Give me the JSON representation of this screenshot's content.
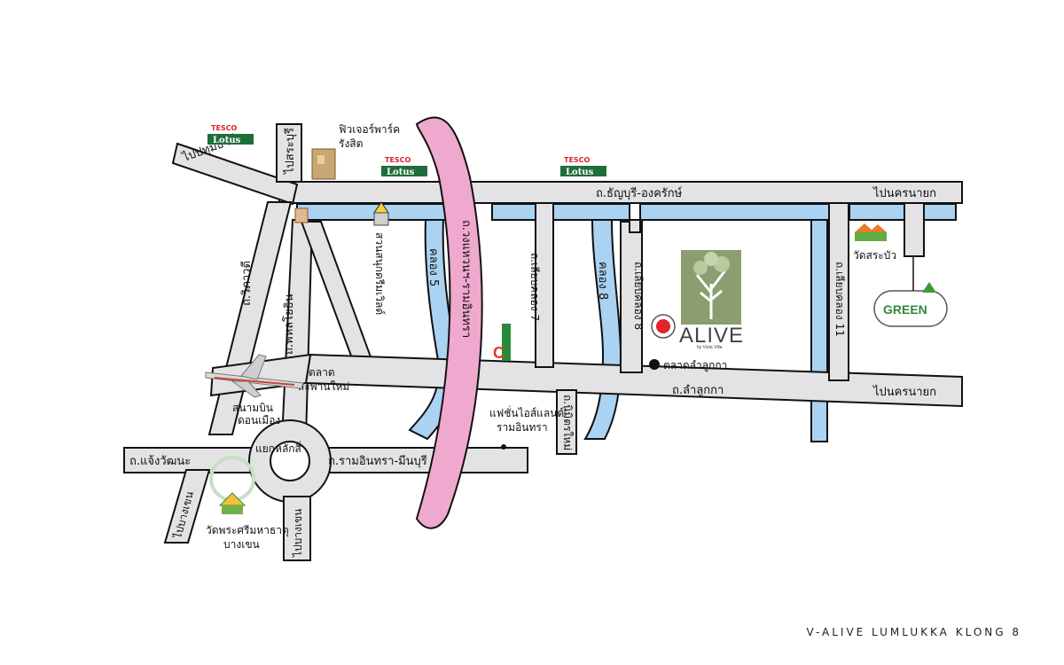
{
  "caption": "V-ALIVE LUMLUKKA KLONG 8",
  "roads": {
    "thanyaburi_ongkharak": "ถ.ธัญบุรี-องครักษ์",
    "lam_luk_ka": "ถ.ลำลูกกา",
    "kanchanaphisek": "ถ.วงแหวนฯ-รามอินทรา",
    "liap_khlong_7": "ถ.เลียบคลอง 7",
    "liap_khlong_8": "ถ.เลียบคลอง 8",
    "liap_khlong_11": "ถ.เลียบคลอง 11",
    "vibhavadi": "ถ.วิภาวดี",
    "phahonyothin": "ถ.พหลโยธิน",
    "chaeng_watthana": "ถ.แจ้งวัฒนะ",
    "ram_inthra_minburi": "ถ.รามอินทรา-มีนบุรี",
    "nimit_mai": "ถ.นิมิตรใหม่"
  },
  "directions": {
    "to_pathum_thani": "ไปปทุมธานี",
    "to_saraburi": "ไปสระบุรี",
    "to_nakhon_nayok_top": "ไปนครนายก",
    "to_nakhon_nayok_bottom": "ไปนครนายก",
    "to_bang_khen_left": "ไปบางเขน",
    "to_bang_khen_right": "ไปบางเขน"
  },
  "canals": {
    "khlong_5": "คลอง 5",
    "khlong_8": "คลอง 8"
  },
  "landmarks": {
    "future_park": "ฟิวเจอร์พาร์ค\nรังสิต",
    "dream_world": "สวนสนุกดรีมเวิลด์",
    "talat_saphan_mai": "ตลาด\nสะพานใหม่",
    "don_mueang_airport": "สนามบิน\nดอนเมือง",
    "lak_si_junction": "แยกหลักสี่",
    "fashion_island": "แฟชั่นไอส์แลนด์\nรามอินทรา",
    "talat_lam_luk_ka": "ตลาดลำลูกกา",
    "wat_phra_si": "วัดพระศรีมหาธาตุ\nบางเขน",
    "wat_sa_bua": "วัดสระบัว"
  },
  "logos": {
    "tesco": "TESCO",
    "lotus": "Lotus",
    "alive_brand": "ALIVE",
    "alive_sub": "by Vista Villa",
    "green_brand": "GREEN"
  },
  "colors": {
    "road_fill": "#e3e3e5",
    "canal_fill": "#aad2f2",
    "ring_road": "#f0a9ce",
    "alive_green": "#8a9e6f",
    "alive_dot": "#e5232a",
    "tesco_red": "#d8242a",
    "lotus_green": "#1f6e3a"
  },
  "icons": {
    "airplane": "airplane-icon",
    "location_marker": "location-dot-icon",
    "temple": "temple-icon",
    "tree_logo": "tree-icon"
  }
}
